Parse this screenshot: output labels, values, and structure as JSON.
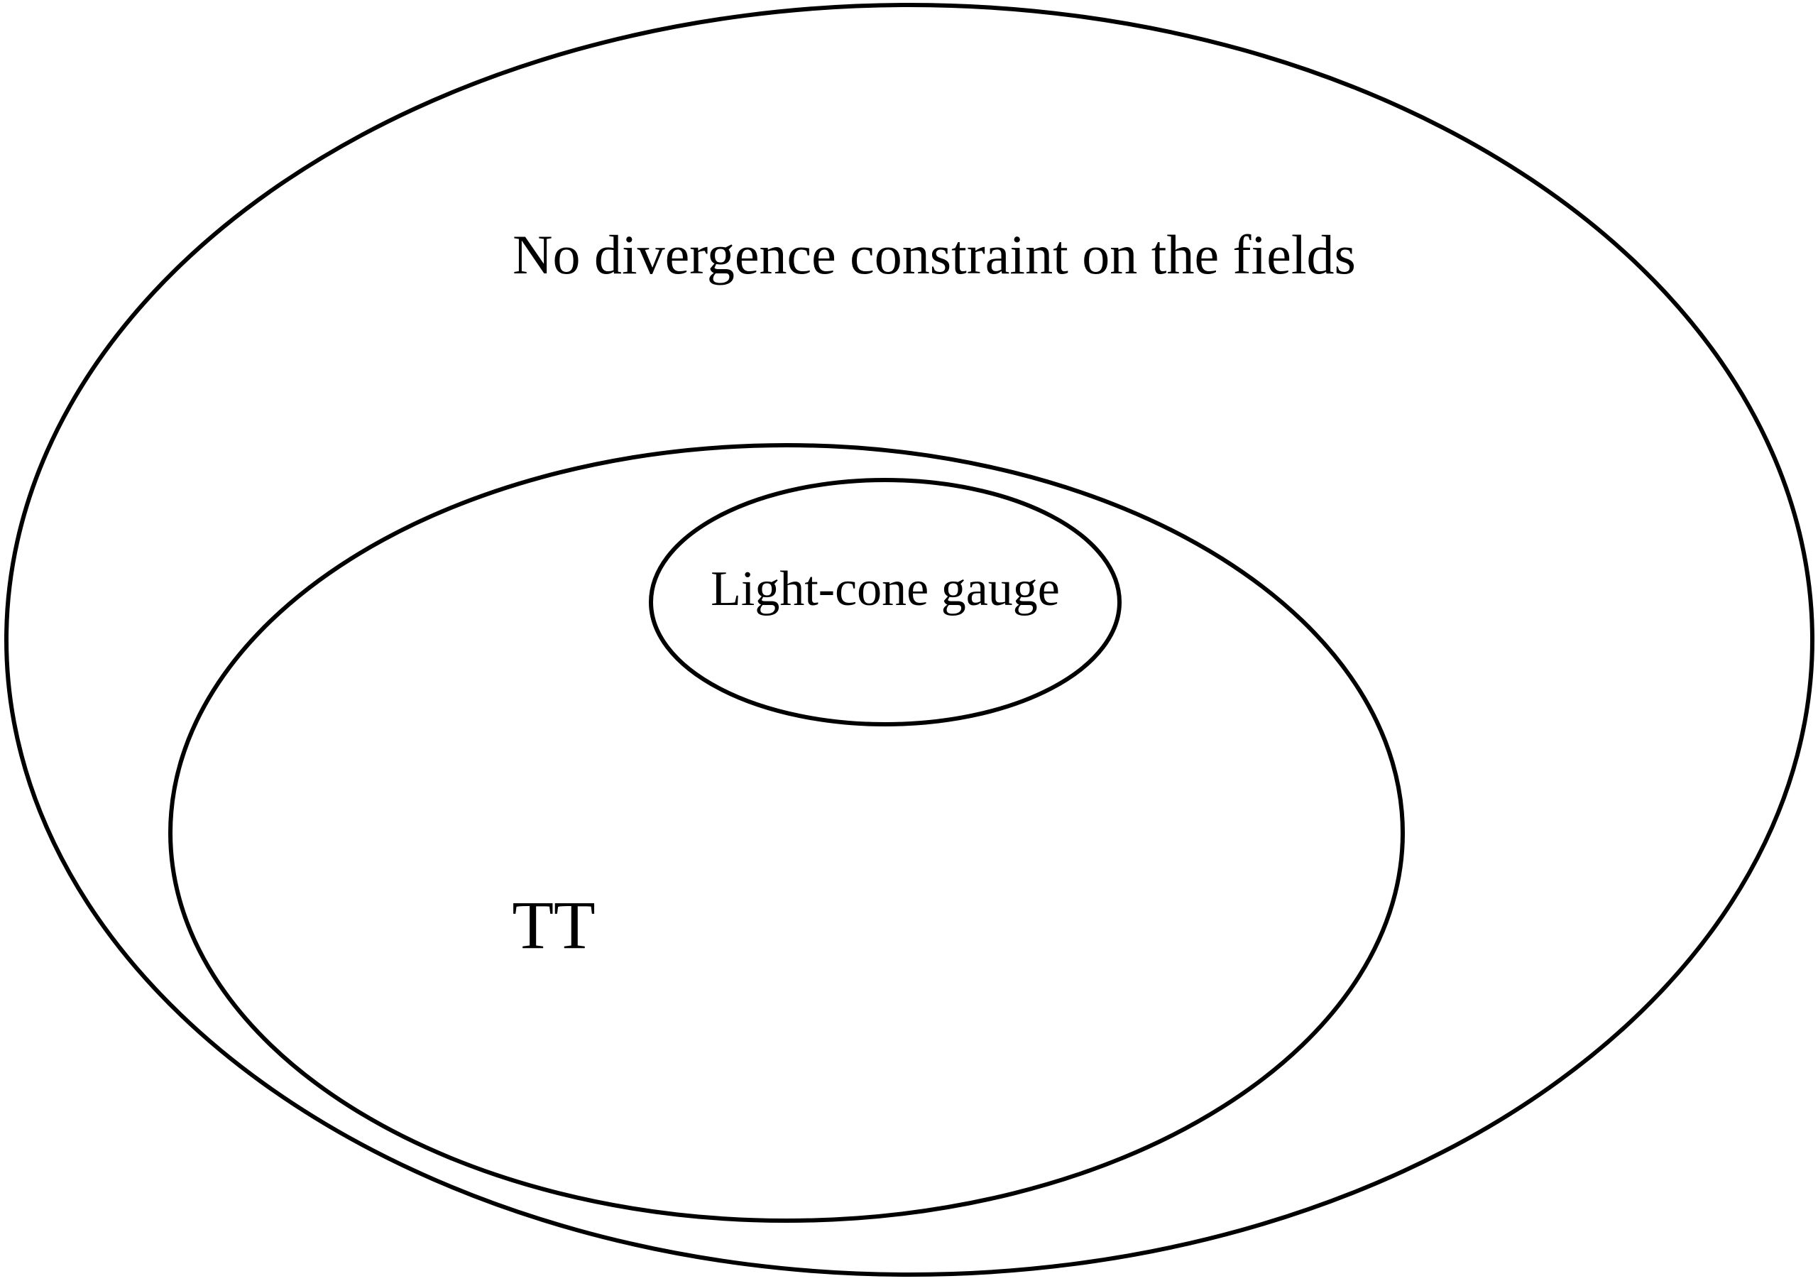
{
  "diagram": {
    "regions": [
      {
        "id": "outer",
        "label": "No divergence constraint on the fields"
      },
      {
        "id": "middle",
        "label": "TT"
      },
      {
        "id": "inner",
        "label": "Light-cone gauge"
      }
    ],
    "colors": {
      "stroke": "#000000",
      "text": "#000000",
      "background": "#ffffff"
    }
  }
}
